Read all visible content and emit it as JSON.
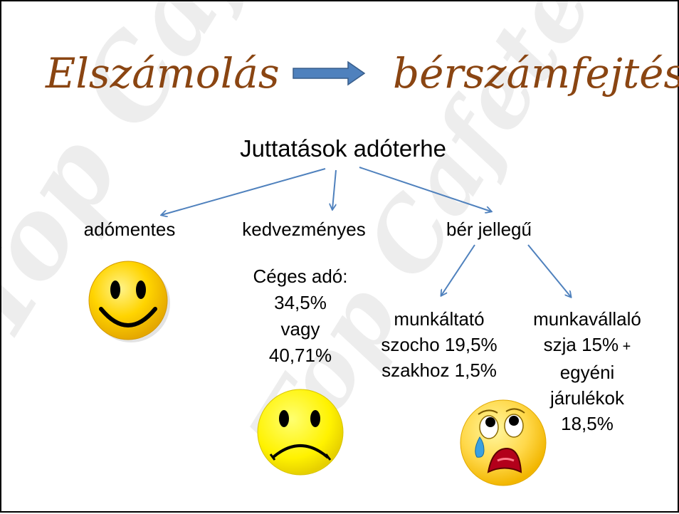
{
  "title": {
    "left": "Elszámolás",
    "right": "bérszámfejtés"
  },
  "watermark": "Top Cafeteria",
  "root": "Juttatások adóterhe",
  "branches": {
    "adomentes": "adómentes",
    "kedvezmenyes": "kedvezményes",
    "ber_jellegu": "bér jellegű"
  },
  "kedvezmenyes_detail": [
    "Céges adó:",
    "34,5%",
    "vagy",
    "40,71%"
  ],
  "munkaltato": {
    "label": "munkáltató",
    "lines": [
      "szocho 19,5%",
      "szakhoz 1,5%"
    ]
  },
  "munkavallalo": {
    "label": "munkavállaló",
    "line1": "szja 15%",
    "plus": " +",
    "lines": [
      "egyéni",
      "járulékok",
      "18,5%"
    ]
  },
  "colors": {
    "title": "#8a4512",
    "arrow": "#4f81bd",
    "smiley": "#f5d000"
  },
  "icons": [
    "happy-smiley-icon",
    "sad-smiley-icon",
    "crying-smiley-icon"
  ]
}
